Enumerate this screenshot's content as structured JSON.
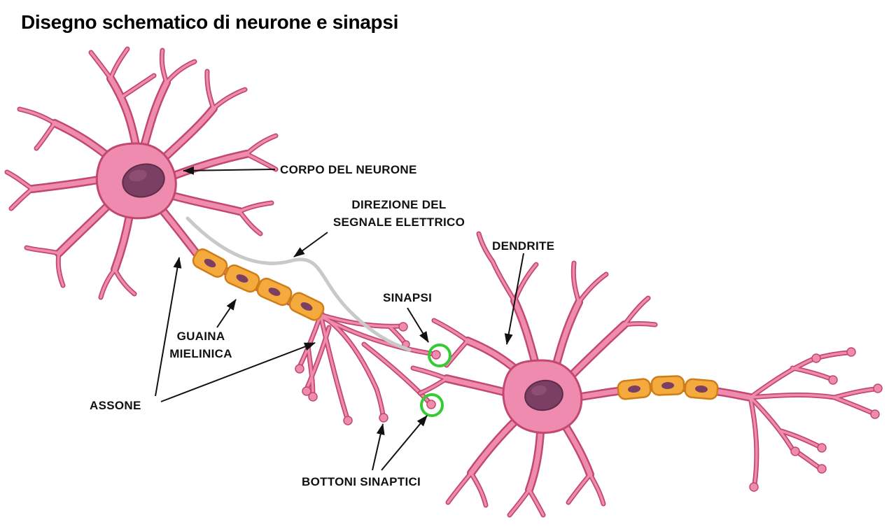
{
  "title": "Disegno schematico di neurone e sinapsi",
  "labels": {
    "corpo": "CORPO DEL NEURONE",
    "direzione_l1": "DIREZIONE DEL",
    "direzione_l2": "SEGNALE ELETTRICO",
    "dendrite": "DENDRITE",
    "sinapsi": "SINAPSI",
    "guaina_l1": "GUAINA",
    "guaina_l2": "MIELINICA",
    "assone": "ASSONE",
    "bottoni": "BOTTONI SINAPTICI"
  },
  "colors": {
    "pink": "#ef8bae",
    "pink-dark": "#c2486f",
    "nucleus": "#7b3f63",
    "nucleus-dark": "#5d2c49",
    "myelin": "#f5aa3d",
    "myelin-dark": "#cf7d18",
    "signal-gray": "#c9c9c9",
    "synapse-green": "#35cb35",
    "label-black": "#111111"
  }
}
